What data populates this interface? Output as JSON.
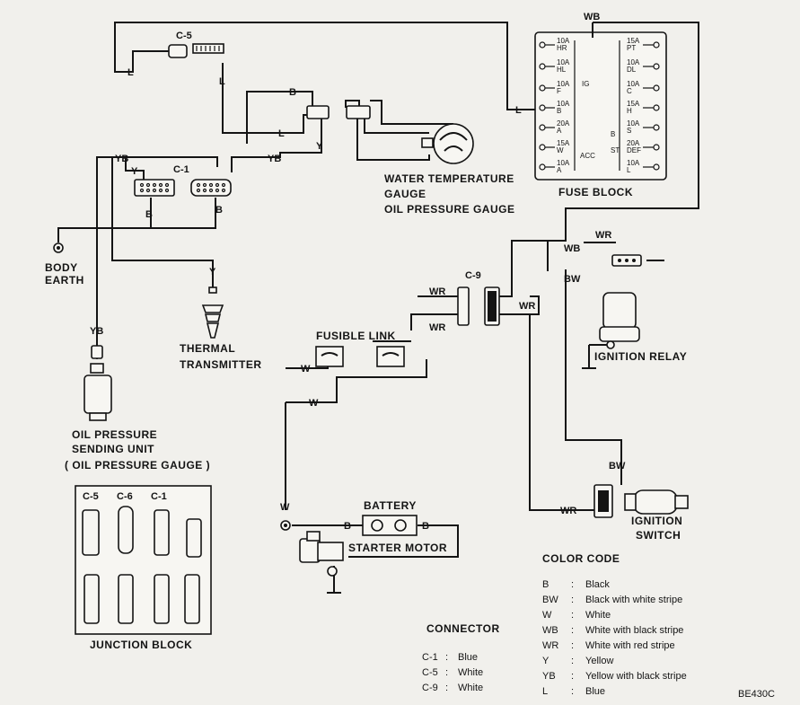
{
  "components": {
    "fuse_block": "FUSE BLOCK",
    "water_temp_gauge": "WATER TEMPERATURE",
    "water_temp_gauge2": "GAUGE",
    "oil_pressure_gauge": "OIL PRESSURE GAUGE",
    "body_earth_1": "BODY",
    "body_earth_2": "EARTH",
    "thermal_transmitter_1": "THERMAL",
    "thermal_transmitter_2": "TRANSMITTER",
    "oil_sending_1": "OIL PRESSURE",
    "oil_sending_2": "SENDING UNIT",
    "oil_sending_3": "( OIL PRESSURE GAUGE )",
    "fusible_link": "FUSIBLE LINK",
    "ignition_relay": "IGNITION RELAY",
    "ignition_switch_1": "IGNITION",
    "ignition_switch_2": "SWITCH",
    "battery": "BATTERY",
    "starter_motor": "STARTER MOTOR",
    "junction_block": "JUNCTION BLOCK"
  },
  "connectors": {
    "c5": "C-5",
    "c6": "C-6",
    "c1": "C-1",
    "c9": "C-9"
  },
  "wire_labels": {
    "wb": "WB",
    "l": "L",
    "b": "B",
    "y": "Y",
    "yb": "YB",
    "w": "W",
    "wr": "WR",
    "bw": "BW"
  },
  "fuses": {
    "left": [
      "10A HR",
      "10A HL",
      "10A F",
      "10A B",
      "20A A",
      "15A W",
      "10A A"
    ],
    "right": [
      "15A PT",
      "10A DL",
      "10A C",
      "15A H",
      "10A S",
      "20A DEF",
      "10A L"
    ],
    "ig": "IG",
    "acc": "ACC",
    "st": "ST",
    "b": "B"
  },
  "color_code": {
    "title": "COLOR CODE",
    "items": [
      {
        "code": "B",
        "desc": "Black"
      },
      {
        "code": "BW",
        "desc": "Black with white stripe"
      },
      {
        "code": "W",
        "desc": "White"
      },
      {
        "code": "WB",
        "desc": "White with black stripe"
      },
      {
        "code": "WR",
        "desc": "White with red stripe"
      },
      {
        "code": "Y",
        "desc": "Yellow"
      },
      {
        "code": "YB",
        "desc": "Yellow with black stripe"
      },
      {
        "code": "L",
        "desc": "Blue"
      }
    ]
  },
  "connector_legend": {
    "title": "CONNECTOR",
    "items": [
      {
        "code": "C-1",
        "desc": "Blue"
      },
      {
        "code": "C-5",
        "desc": "White"
      },
      {
        "code": "C-9",
        "desc": "White"
      }
    ]
  },
  "figure_id": "BE430C"
}
